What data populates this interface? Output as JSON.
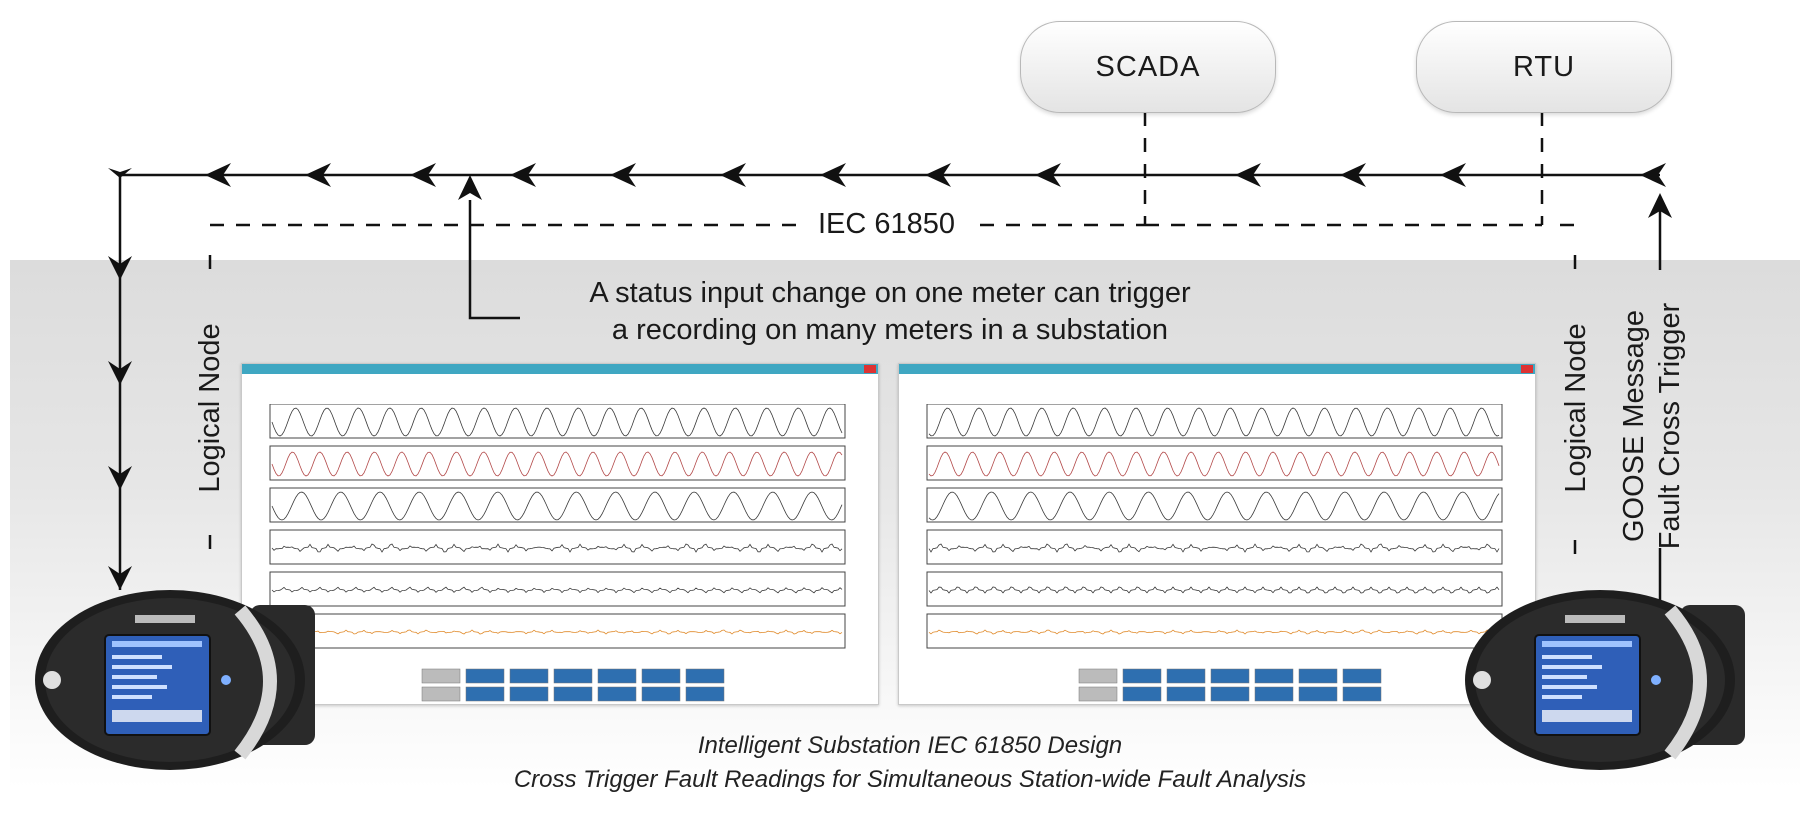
{
  "nodes": {
    "scada": "SCADA",
    "rtu": "RTU"
  },
  "bus_label": "IEC 61850",
  "left_logical_node": "Logical Node",
  "right_logical_node": "Logical Node",
  "goose_label_line1": "GOOSE Message",
  "goose_label_line2": "Fault Cross Trigger",
  "note_line1": "A status input change on one meter can trigger",
  "note_line2": "a recording on many meters in a substation",
  "caption_line1": "Intelligent Substation IEC 61850 Design",
  "caption_line2": "Cross Trigger Fault Readings for Simultaneous Station-wide Fault Analysis",
  "colors": {
    "line": "#111111",
    "screen_titlebar": "#3fa7c2",
    "trace_dark": "#3a3a3a",
    "trace_red": "#b34a4a",
    "trace_orange": "#e08a2a",
    "meter_body": "#1e1e1e",
    "meter_screen": "#2f5fb8"
  },
  "screens": [
    {
      "name": "left-waveform-screen"
    },
    {
      "name": "right-waveform-screen"
    }
  ]
}
